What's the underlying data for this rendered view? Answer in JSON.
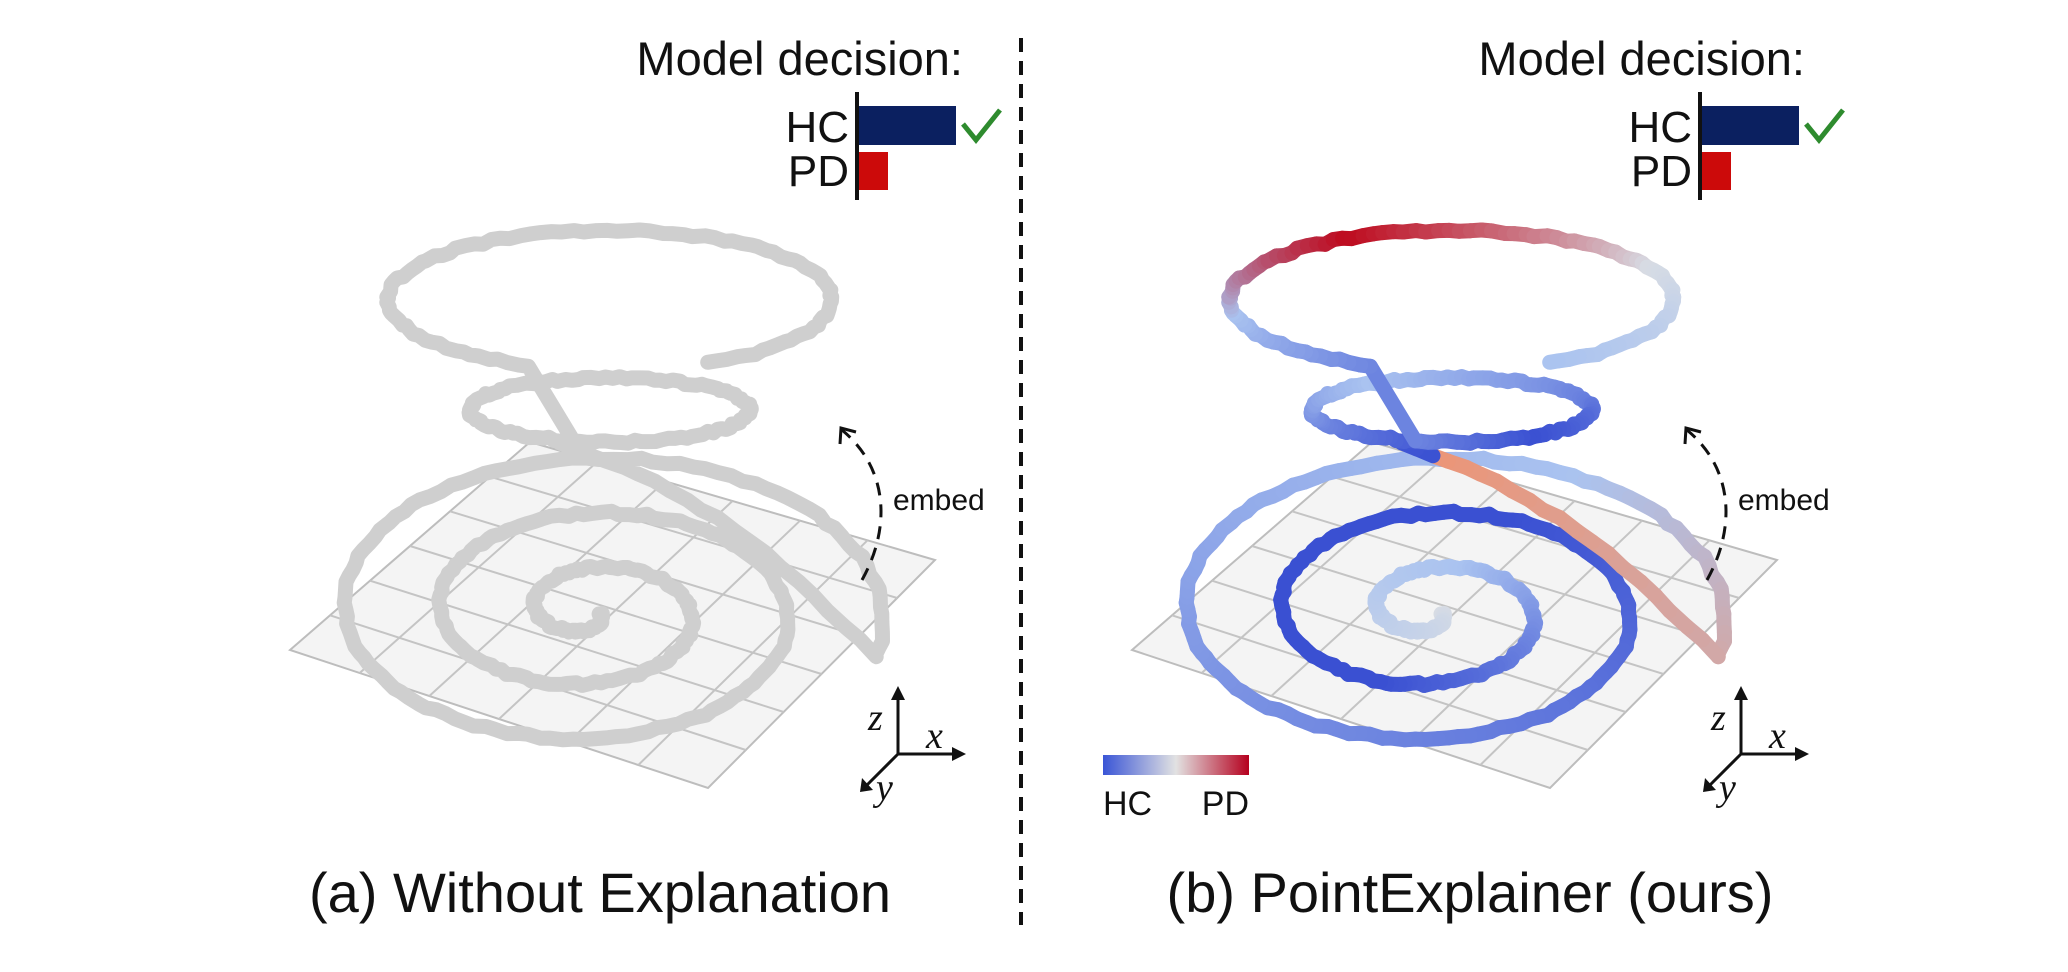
{
  "panels": [
    {
      "model_decision_label": "Model decision:",
      "bars": [
        {
          "label": "HC",
          "value": 1.0,
          "color": "#0b2060",
          "checked": true
        },
        {
          "label": "PD",
          "value": 0.3,
          "color": "#cc0a0a",
          "checked": false
        }
      ],
      "embed_label": "embed",
      "axes": {
        "z": "z",
        "x": "x",
        "y": "y"
      },
      "caption": "(a) Without Explanation",
      "spiral_style": "gray"
    },
    {
      "model_decision_label": "Model decision:",
      "bars": [
        {
          "label": "HC",
          "value": 1.0,
          "color": "#0b2060",
          "checked": true
        },
        {
          "label": "PD",
          "value": 0.3,
          "color": "#cc0a0a",
          "checked": false
        }
      ],
      "embed_label": "embed",
      "axes": {
        "z": "z",
        "x": "x",
        "y": "y"
      },
      "caption": "(b) PointExplainer (ours)",
      "spiral_style": "colored"
    }
  ],
  "colorbar": {
    "low_label": "HC",
    "high_label": "PD",
    "low_color": "#3a55d6",
    "mid_color": "#dcdcdc",
    "high_color": "#b5001e"
  },
  "colors": {
    "gray_spiral": "#cfcfcf",
    "check": "#2e8b2e"
  }
}
